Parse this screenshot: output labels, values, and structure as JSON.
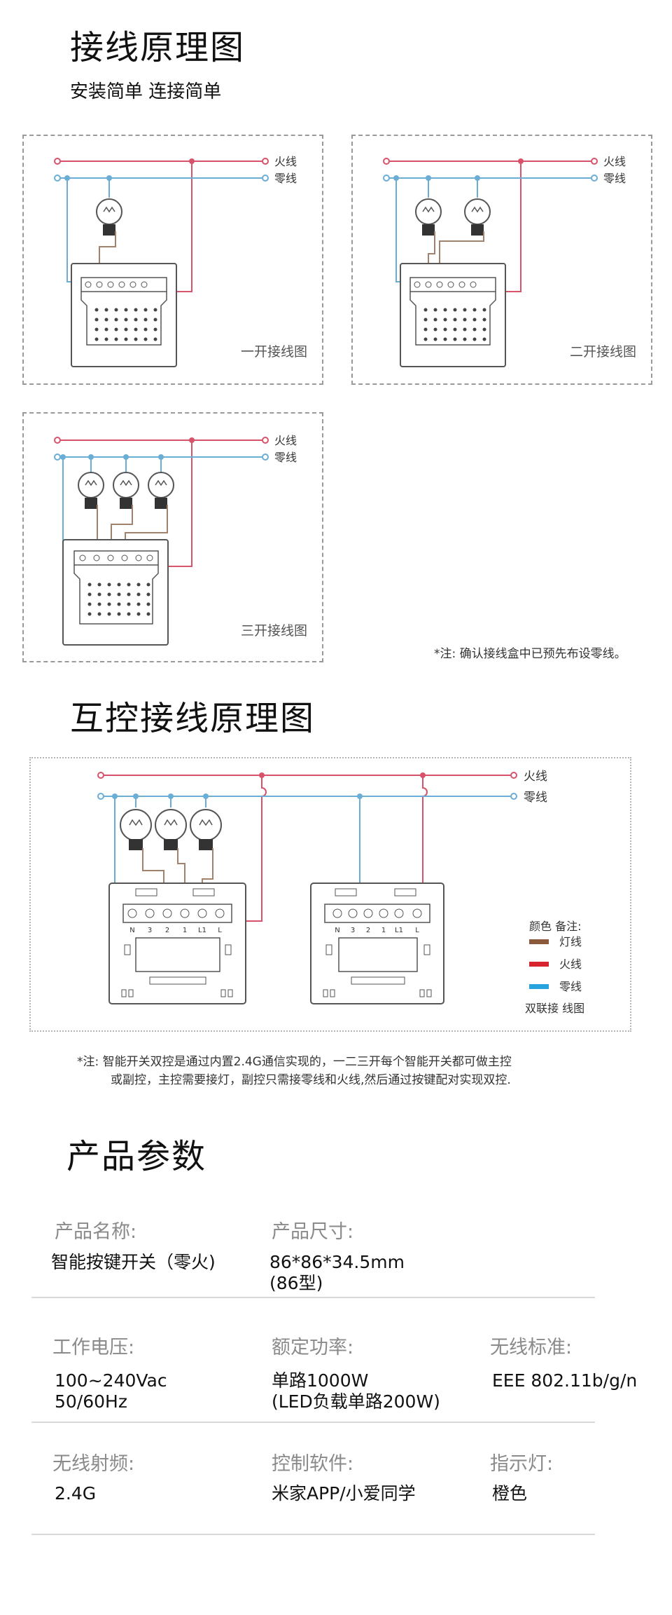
{
  "wiring": {
    "title": "接线原理图",
    "subtitle": "安装简单  连接简单",
    "live_label": "火线",
    "neutral_label": "零线",
    "diagrams": [
      {
        "caption": "一开接线图"
      },
      {
        "caption": "二开接线图"
      },
      {
        "caption": "三开接线图"
      }
    ],
    "note": "*注: 确认接线盒中已预先布设零线。"
  },
  "mutual": {
    "title": "互控接线原理图",
    "live_label": "火线",
    "neutral_label": "零线",
    "terminals": [
      "N",
      "3",
      "2",
      "1",
      "L1",
      "L"
    ],
    "legend_title": "颜色 备注:",
    "legend": [
      {
        "label": "灯线",
        "color": "#8b5a3c"
      },
      {
        "label": "火线",
        "color": "#d8242f"
      },
      {
        "label": "零线",
        "color": "#29a3dd"
      }
    ],
    "legend_footer": "双联接 线图",
    "note_line1": "*注: 智能开关双控是通过内置2.4G通信实现的，一二三开每个智能开关都可做主控",
    "note_line2": "或副控，主控需要接灯，副控只需接零线和火线,然后通过按键配对实现双控."
  },
  "params": {
    "title": "产品参数",
    "items": [
      {
        "label": "产品名称:",
        "value": "智能按键开关（零火)"
      },
      {
        "label": "产品尺寸:",
        "value": "86*86*34.5mm\n(86型)"
      },
      {
        "label": "工作电压:",
        "value": "100~240Vac\n50/60Hz"
      },
      {
        "label": "额定功率:",
        "value": "单路1000W\n(LED负载单路200W)"
      },
      {
        "label": "无线标准:",
        "value": "EEE 802.11b/g/n"
      },
      {
        "label": "无线射频:",
        "value": "2.4G"
      },
      {
        "label": "控制软件:",
        "value": "米家APP/小爱同学"
      },
      {
        "label": "指示灯:",
        "value": "橙色"
      }
    ]
  },
  "colors": {
    "live": "#d8526a",
    "neutral": "#6aaed6",
    "lamp_wire": "#a0826d",
    "outline": "#555555"
  }
}
